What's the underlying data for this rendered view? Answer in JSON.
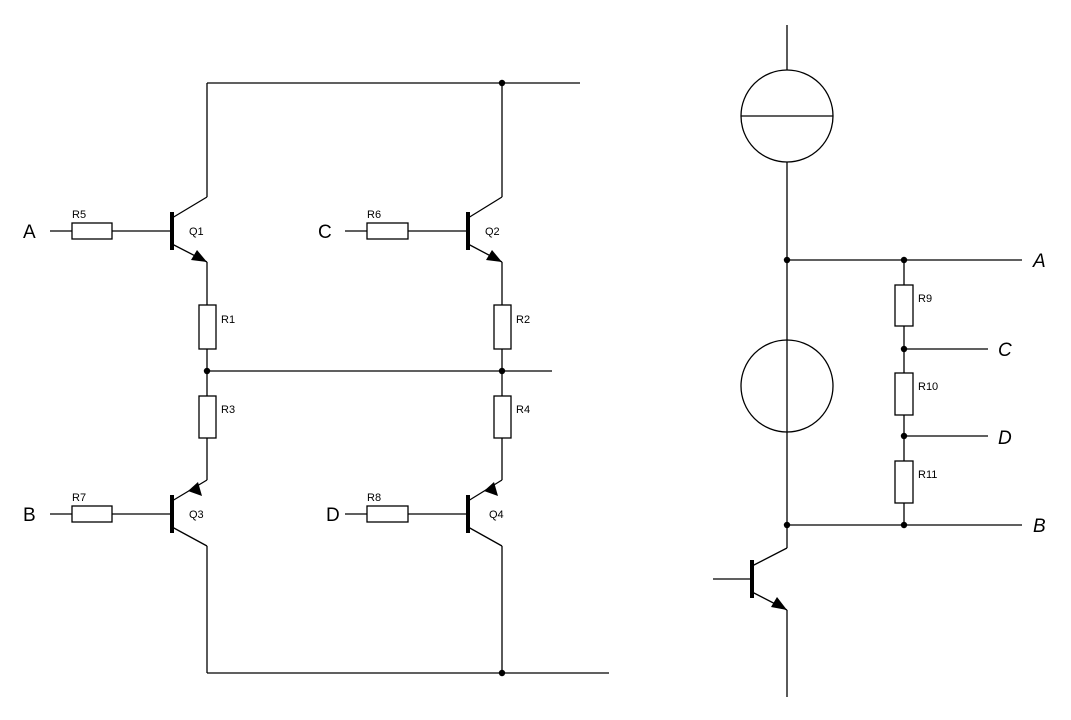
{
  "inputs": {
    "a": "A",
    "b": "B",
    "c": "C",
    "d": "D"
  },
  "transistors": {
    "q1": "Q1",
    "q2": "Q2",
    "q3": "Q3",
    "q4": "Q4"
  },
  "resistors": {
    "r1": "R1",
    "r2": "R2",
    "r3": "R3",
    "r4": "R4",
    "r5": "R5",
    "r6": "R6",
    "r7": "R7",
    "r8": "R8",
    "r9": "R9",
    "r10": "R10",
    "r11": "R11"
  },
  "outputs": {
    "a": "A",
    "b": "B",
    "c": "C",
    "d": "D"
  }
}
